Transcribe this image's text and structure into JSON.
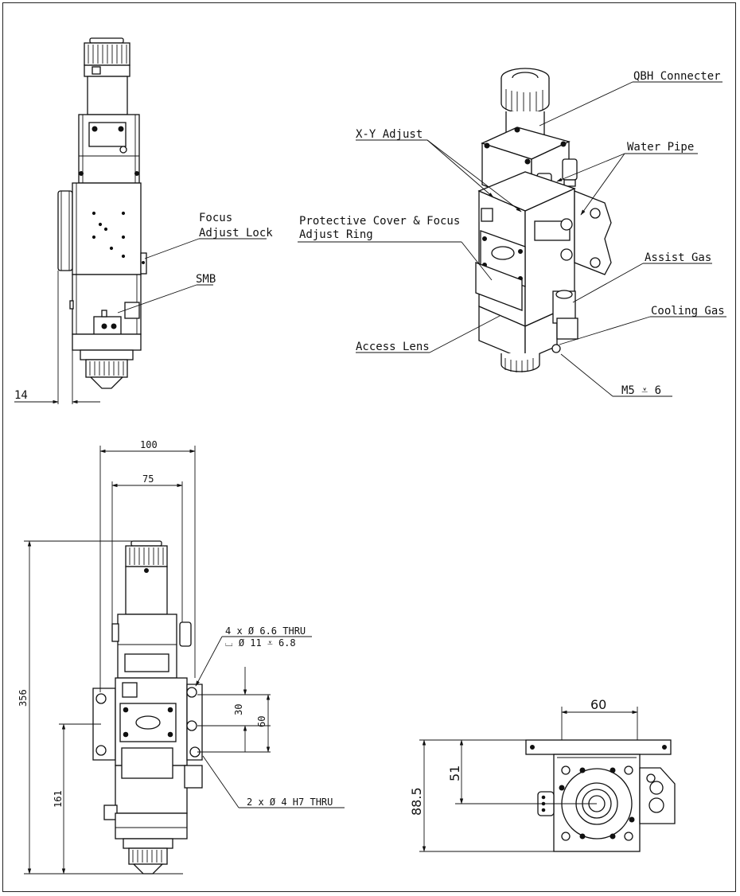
{
  "callouts": {
    "qbh": "QBH Connecter",
    "xy_adjust": "X-Y Adjust",
    "water_pipe": "Water Pipe",
    "protective_cover_line1": "Protective Cover & Focus",
    "protective_cover_line2": "Adjust Ring",
    "assist_gas": "Assist Gas",
    "cooling_gas": "Cooling Gas",
    "access_lens": "Access Lens",
    "cooling_thread": "M5  ⩡ 6",
    "focus_lock_line1": "Focus",
    "focus_lock_line2": "Adjust Lock",
    "smb": "SMB"
  },
  "dimensions": {
    "side_offset": "14",
    "overall_width": "100",
    "mount_width": "75",
    "overall_height": "356",
    "mount_height": "161",
    "hole_pitch_small": "30",
    "hole_pitch_large": "60",
    "holes_thru_line1": "4 x Ø 6.6 THRU",
    "holes_thru_line2": "⌴ Ø 11 ⩡ 6.8",
    "pin_holes": "2 x Ø 4  H7 THRU",
    "top_width": "60",
    "top_depth": "88.5",
    "top_center": "51"
  },
  "colors": {
    "line": "#111111",
    "background": "#ffffff"
  }
}
